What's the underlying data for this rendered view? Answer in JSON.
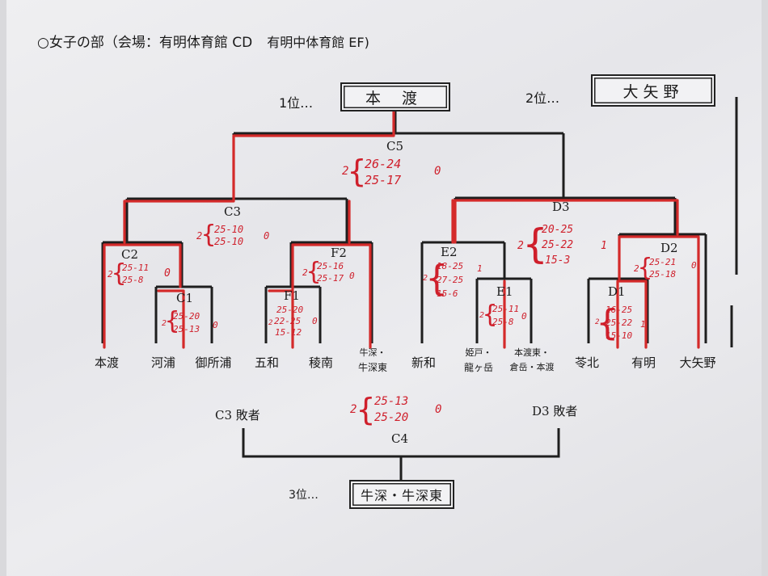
{
  "header": {
    "title": "○女子の部（会場：有明体育館 CD",
    "subtitle": "有明中体育館 EF)"
  },
  "placings": {
    "first_label": "1位…",
    "first_team": "本 渡",
    "second_label": "2位…",
    "second_team": "大矢野",
    "third_label": "3位…",
    "third_team": "牛深・牛深東"
  },
  "teams": {
    "t1": "本渡",
    "t2": "河浦",
    "t3": "御所浦",
    "t4": "五和",
    "t5": "稜南",
    "t6a": "牛深・",
    "t6b": "牛深東",
    "t7": "新和",
    "t8a": "姫戸・",
    "t8b": "龍ヶ岳",
    "t9a": "本渡東・",
    "t9b": "倉岳・本渡",
    "t10": "苓北",
    "t11": "有明",
    "t12": "大矢野"
  },
  "matches": {
    "C1": {
      "label": "C1",
      "left": "2",
      "right": "0",
      "sets": [
        "25-20",
        "25-13"
      ]
    },
    "C2": {
      "label": "C2",
      "left": "2",
      "right": "0",
      "sets": [
        "25-11",
        "25-8"
      ]
    },
    "C3": {
      "label": "C3",
      "left": "2",
      "right": "0",
      "sets": [
        "25-10",
        "25-10"
      ]
    },
    "C4": {
      "label": "C4",
      "left": "2",
      "right": "0",
      "sets": [
        "25-13",
        "25-20"
      ]
    },
    "C5": {
      "label": "C5",
      "left": "2",
      "right": "0",
      "sets": [
        "26-24",
        "25-17"
      ]
    },
    "D1": {
      "label": "D1",
      "left": "2",
      "right": "1",
      "sets": [
        "16-25",
        "25-22",
        "15-10"
      ]
    },
    "D2": {
      "label": "D2",
      "left": "2",
      "right": "0",
      "sets": [
        "25-21",
        "25-18"
      ]
    },
    "D3": {
      "label": "D3",
      "left": "2",
      "right": "1",
      "sets": [
        "20-25",
        "25-22",
        "15-3"
      ]
    },
    "E1": {
      "label": "E1",
      "left": "2",
      "right": "0",
      "sets": [
        "25-11",
        "25-8"
      ]
    },
    "E2": {
      "label": "E2",
      "left": "2",
      "right": "1",
      "sets": [
        "18-25",
        "27-25",
        "15-6"
      ]
    },
    "F1": {
      "label": "F1",
      "left": "2",
      "right": "0",
      "sets": [
        "25-20",
        "22-25",
        "15-12"
      ]
    },
    "F2": {
      "label": "F2",
      "left": "2",
      "right": "0",
      "sets": [
        "25-16",
        "25-17"
      ]
    }
  },
  "losers": {
    "c3_loser": "C3 敗者",
    "d3_loser": "D3 敗者"
  },
  "colors": {
    "ink": "#1a1a1a",
    "winner_line": "#d42a2a",
    "handwriting": "#cf1f2b"
  }
}
